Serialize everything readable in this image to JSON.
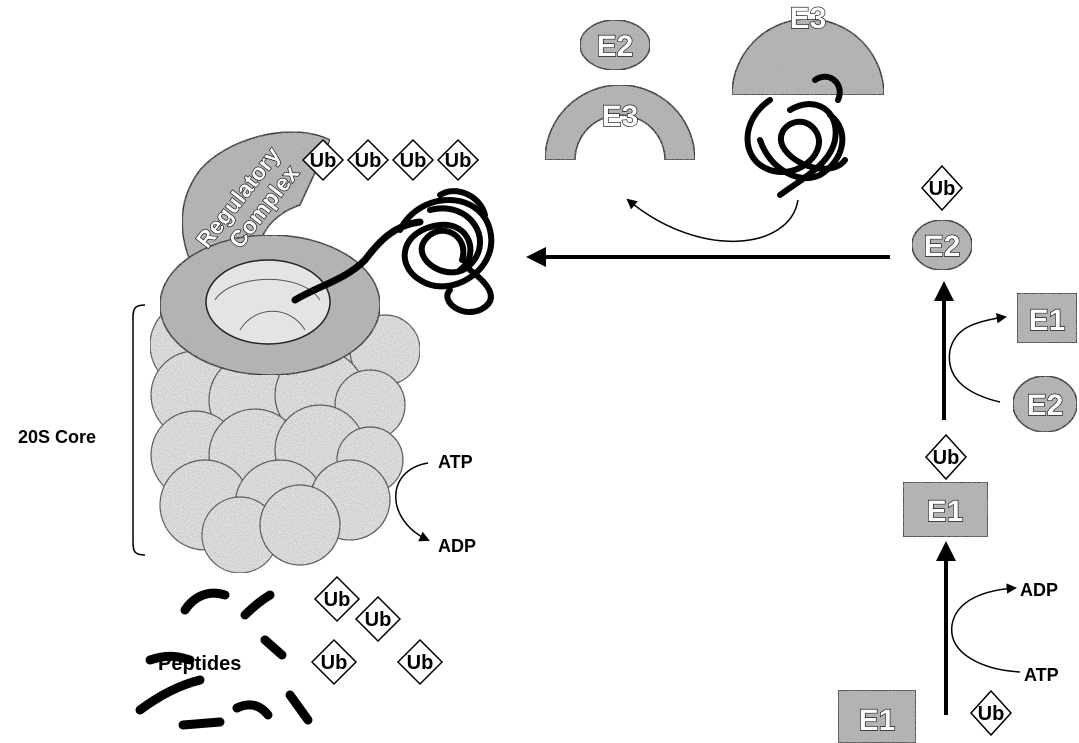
{
  "labels": {
    "regulatory_line1": "Regulatory",
    "regulatory_line2": "Complex",
    "core": "20S Core",
    "peptides": "Peptides",
    "atp": "ATP",
    "adp": "ADP",
    "ub": "Ub",
    "e1": "E1",
    "e2": "E2",
    "e3": "E3"
  },
  "colors": {
    "ink": "#000000",
    "speckle_fill": "#b8b8b8",
    "core_fill": "#e4e4e4",
    "background": "#ffffff"
  }
}
